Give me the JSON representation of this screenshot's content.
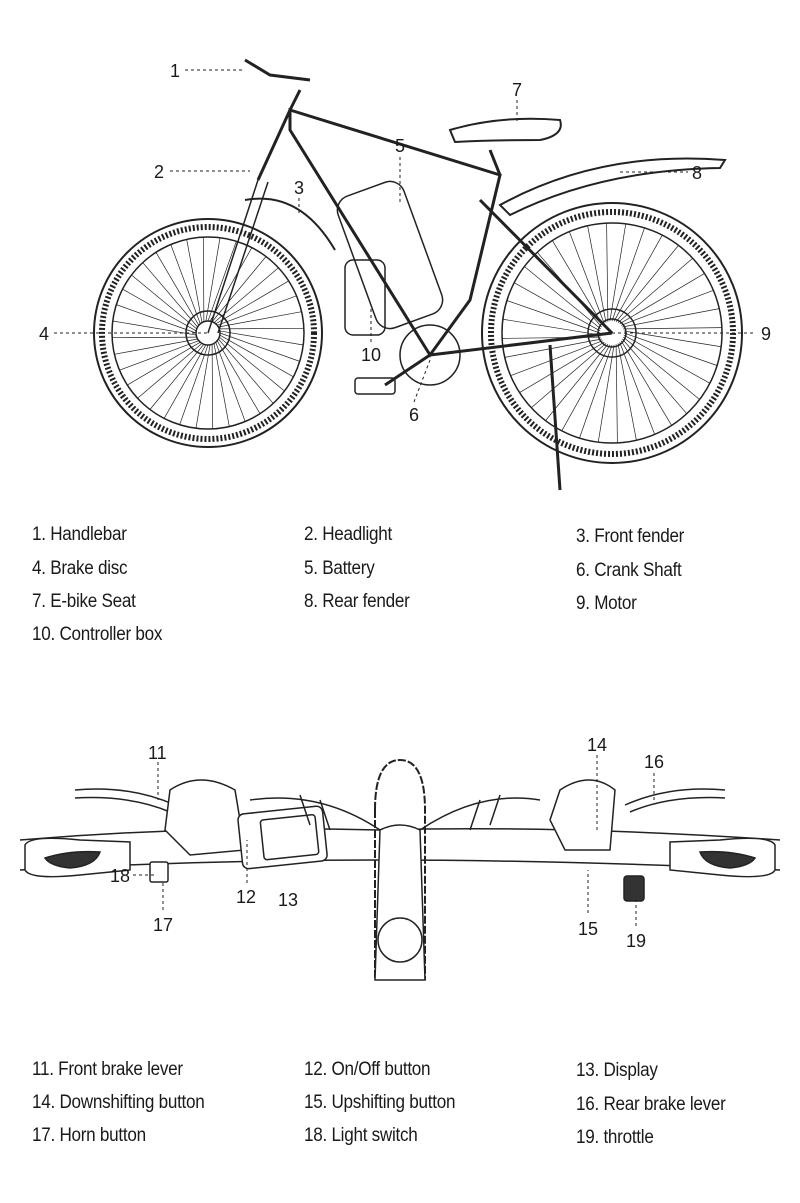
{
  "bike_diagram": {
    "callouts": [
      "1",
      "2",
      "3",
      "4",
      "5",
      "6",
      "7",
      "8",
      "9",
      "10"
    ],
    "legend": [
      "1. Handlebar",
      "2. Headlight",
      "3. Front fender",
      "4. Brake disc",
      "5. Battery",
      "6. Crank Shaft",
      "7. E-bike Seat",
      "8. Rear fender",
      "9. Motor",
      "10. Controller box"
    ]
  },
  "handlebar_diagram": {
    "callouts": [
      "11",
      "12",
      "13",
      "14",
      "15",
      "16",
      "17",
      "18",
      "19"
    ],
    "legend": [
      "11. Front brake lever",
      "12. On/Off button",
      "13. Display",
      "14. Downshifting button",
      "15. Upshifting button",
      "16. Rear brake lever",
      "17. Horn button",
      "18. Light switch",
      "19. throttle"
    ]
  }
}
